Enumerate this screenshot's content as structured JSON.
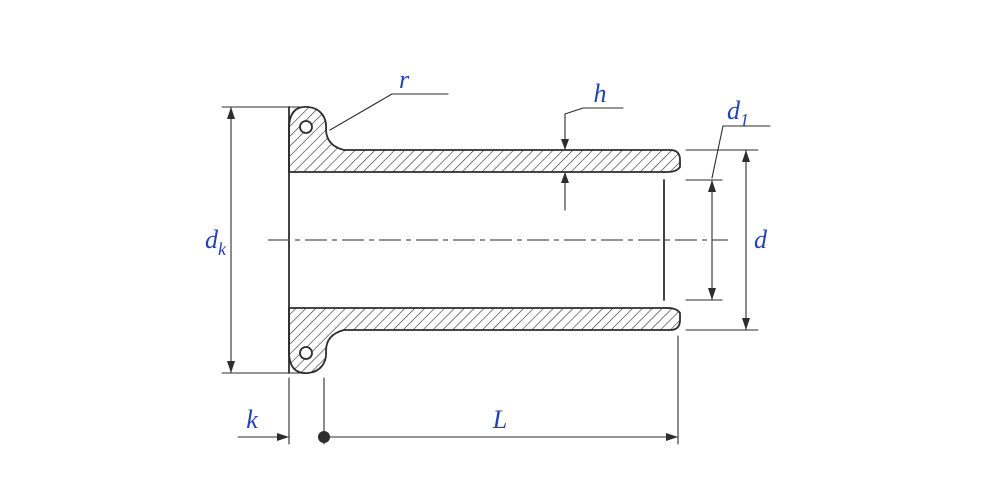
{
  "drawing": {
    "subject": "tubular-rivet-cross-section",
    "background_color": "#ffffff",
    "line_color": "#2d2d2d",
    "centerline_color": "#555555",
    "label_color": "#2243b0",
    "dimension_labels": {
      "head_radius": "r",
      "wall_thickness": "h",
      "bore_diameter_base": "d",
      "bore_diameter_sub": "1",
      "shank_diameter": "d",
      "head_diameter_base": "d",
      "head_diameter_sub": "k",
      "head_height": "k",
      "length": "L"
    }
  }
}
